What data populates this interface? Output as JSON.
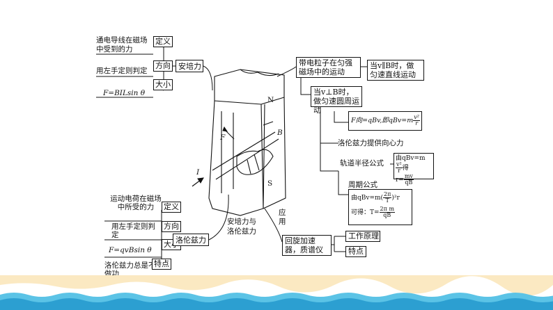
{
  "left_top": {
    "hub": "安培力",
    "tags": [
      "定义",
      "方向",
      "大小"
    ],
    "texts": [
      "通电导线在磁场中受到的力",
      "用左手定则判定",
      "F=BILsin θ"
    ]
  },
  "left_bottom": {
    "hub": "洛伦兹力",
    "tags": [
      "定义",
      "方向",
      "大小",
      "特点"
    ],
    "texts": [
      "运动电荷在磁场中所受的力",
      "用左手定则判定",
      "F=qvBsin θ",
      "洛伦兹力总是不做功"
    ]
  },
  "center": {
    "caption_line1": "安培力与",
    "caption_line2": "洛伦兹力",
    "label_N": "N",
    "label_S": "S",
    "label_B": "B",
    "label_F": "F",
    "label_I": "I",
    "app_label": "应用"
  },
  "right": {
    "motion": "带电粒子在匀强磁场中的运动",
    "parallel": "当v∥B时，做匀速直线运动",
    "perp": "当v⊥B时，做匀速圆周运动",
    "centripetal": "F向=qBv,即qBv=m",
    "centripetal_num": "v²",
    "centripetal_den": "r",
    "provides": "洛伦兹力提供向心力",
    "radius_label": "轨道半径公式",
    "radius_formula_a": "由qBv=m",
    "radius_formula_frac_num": "v²",
    "radius_formula_frac_den": "r",
    "radius_formula_b": "得",
    "radius_result": "r=",
    "radius_result_num": "mv",
    "radius_result_den": "qB",
    "period_label": "周期公式",
    "period_a": "由qBv=m(",
    "period_frac_num": "2π",
    "period_frac_den": "T",
    "period_b": ")²r",
    "period_c": "可得：T=",
    "period_num": "2π m",
    "period_den": "qB",
    "cyclotron": "回旋加速器，质谱仪",
    "work_principle": "工作原理",
    "features": "特点"
  }
}
